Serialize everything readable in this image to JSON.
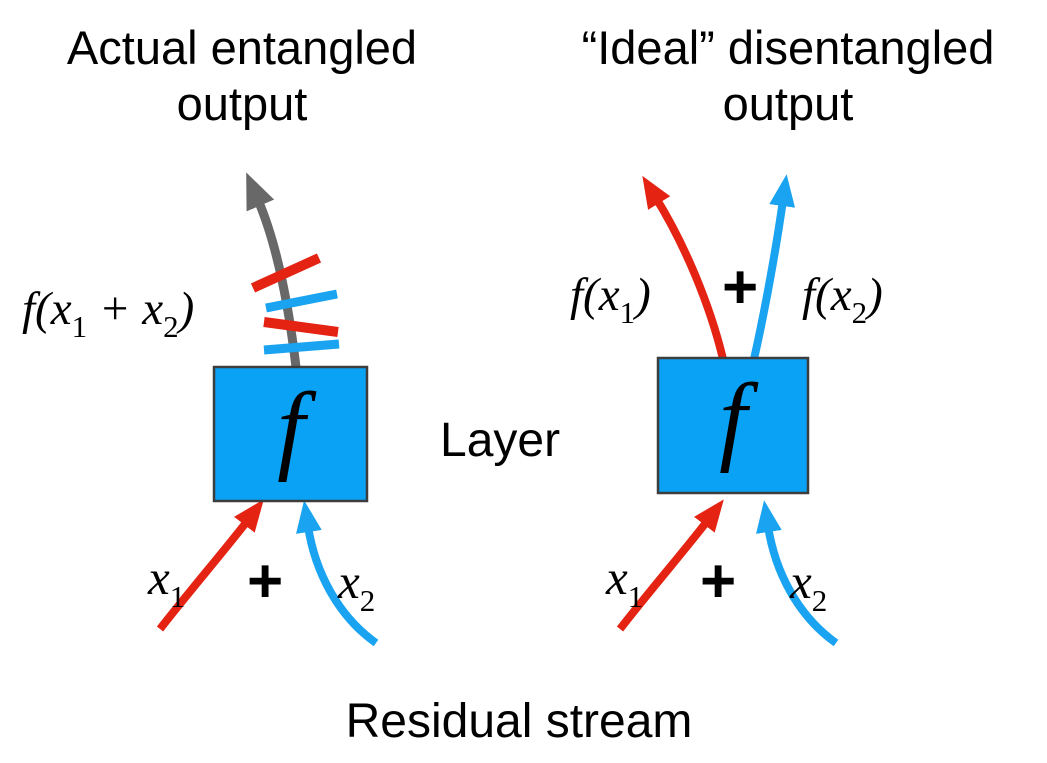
{
  "colors": {
    "red": "#e42313",
    "blue": "#1aa3f0",
    "boxfill": "#0aa2f5",
    "boxborder": "#3d3d3d",
    "gray": "#686868",
    "ink": "#000000",
    "bg": "#ffffff"
  },
  "titles": {
    "left": {
      "lines": [
        "Actual entangled",
        "output"
      ]
    },
    "right": {
      "lines": [
        "“Ideal” disentangled",
        "output"
      ]
    }
  },
  "center_label": "Layer",
  "bottom_label": "Residual stream",
  "layer_box": {
    "symbol": "f"
  },
  "math": {
    "entangled": {
      "pre": "f(x",
      "sub1": "1",
      "mid": " + x",
      "sub2": "2",
      "post": ")"
    },
    "f_x1": {
      "pre": "f(x",
      "sub": "1",
      "post": ")"
    },
    "f_x2": {
      "pre": "f(x",
      "sub": "2",
      "post": ")"
    },
    "x1": {
      "base": "x",
      "sub": "1"
    },
    "x2": {
      "base": "x",
      "sub": "2"
    },
    "plus": "+"
  }
}
